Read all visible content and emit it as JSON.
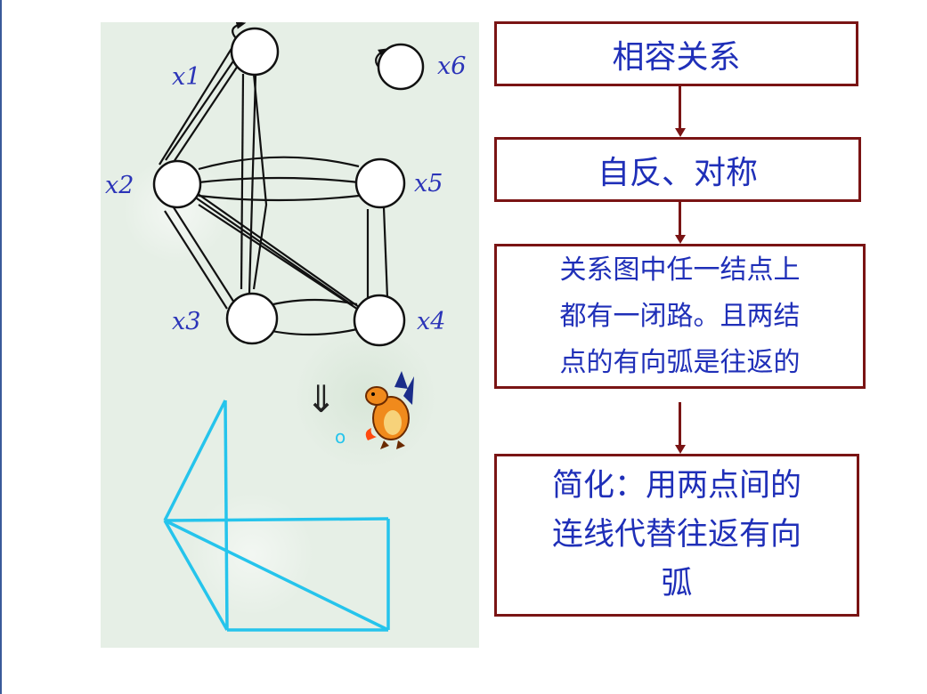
{
  "graph": {
    "nodes": [
      {
        "id": "x1",
        "label": "x1"
      },
      {
        "id": "x2",
        "label": "x2"
      },
      {
        "id": "x3",
        "label": "x3"
      },
      {
        "id": "x4",
        "label": "x4"
      },
      {
        "id": "x5",
        "label": "x5"
      },
      {
        "id": "x6",
        "label": "x6"
      }
    ],
    "symbols": {
      "down_arrow": "⇓",
      "small_circle": "o"
    },
    "colors": {
      "node_label": "#2b34b8",
      "simplified_graph": "#25c4ec",
      "edge": "#111111"
    }
  },
  "flow": {
    "box1": "相容关系",
    "box2": "自反、对称",
    "box3_lines": [
      "关系图中任一结点上",
      "都有一闭路。且两结",
      "点的有向弧是往返的"
    ],
    "box4_lines": [
      "简化：用两点间的",
      "连线代替往返有向",
      "弧"
    ],
    "colors": {
      "border": "#7a1414",
      "text": "#1f2fb8",
      "arrow": "#7a1414"
    }
  }
}
